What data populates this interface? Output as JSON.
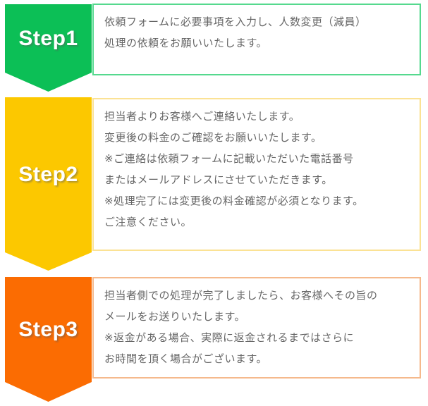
{
  "page": {
    "background_color": "#ffffff",
    "text_color": "#666666"
  },
  "steps": [
    {
      "label": "Step1",
      "label_color": "#0cbf56",
      "box_border_color": "#55d98e",
      "lines": [
        "依頼フォームに必要事項を入力し、人数変更（減員）",
        "処理の依頼をお願いいたします。"
      ]
    },
    {
      "label": "Step2",
      "label_color": "#fcc800",
      "box_border_color": "#fbe294",
      "lines": [
        "担当者よりお客様へご連絡いたします。",
        "変更後の料金のご確認をお願いいたします。",
        "※ご連絡は依頼フォームに記載いただいた電話番号",
        "またはメールアドレスにさせていただきます。",
        "※処理完了には変更後の料金確認が必須となります。",
        "ご注意ください。"
      ]
    },
    {
      "label": "Step3",
      "label_color": "#fb6c02",
      "box_border_color": "#f5b98c",
      "lines": [
        "担当者側での処理が完了しましたら、お客様へその旨の",
        "メールをお送りいたします。",
        "※返金がある場合、実際に返金されるまではさらに",
        "お時間を頂く場合がございます。"
      ]
    }
  ]
}
